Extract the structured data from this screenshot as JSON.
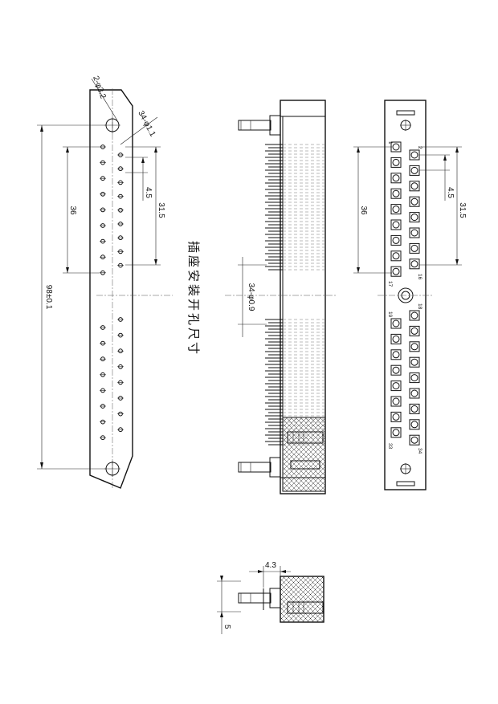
{
  "caption": "插座安装开孔尺寸",
  "dims": {
    "overall": "98±0.1",
    "pitch_left": "36",
    "step": "4.5",
    "span": "31.5",
    "big_hole": "2-φ3.2",
    "small_holes": "34-φ1.1",
    "pin_dia": "34-φ0.9",
    "front_pitch": "36",
    "front_step": "4.5",
    "front_span": "31.5",
    "detail_width": "4.3",
    "detail_height": "5"
  },
  "pins": {
    "p1": "1",
    "p2": "2",
    "p16": "16",
    "p17": "17",
    "p18": "18",
    "p19": "19",
    "p33": "33",
    "p34": "34"
  }
}
